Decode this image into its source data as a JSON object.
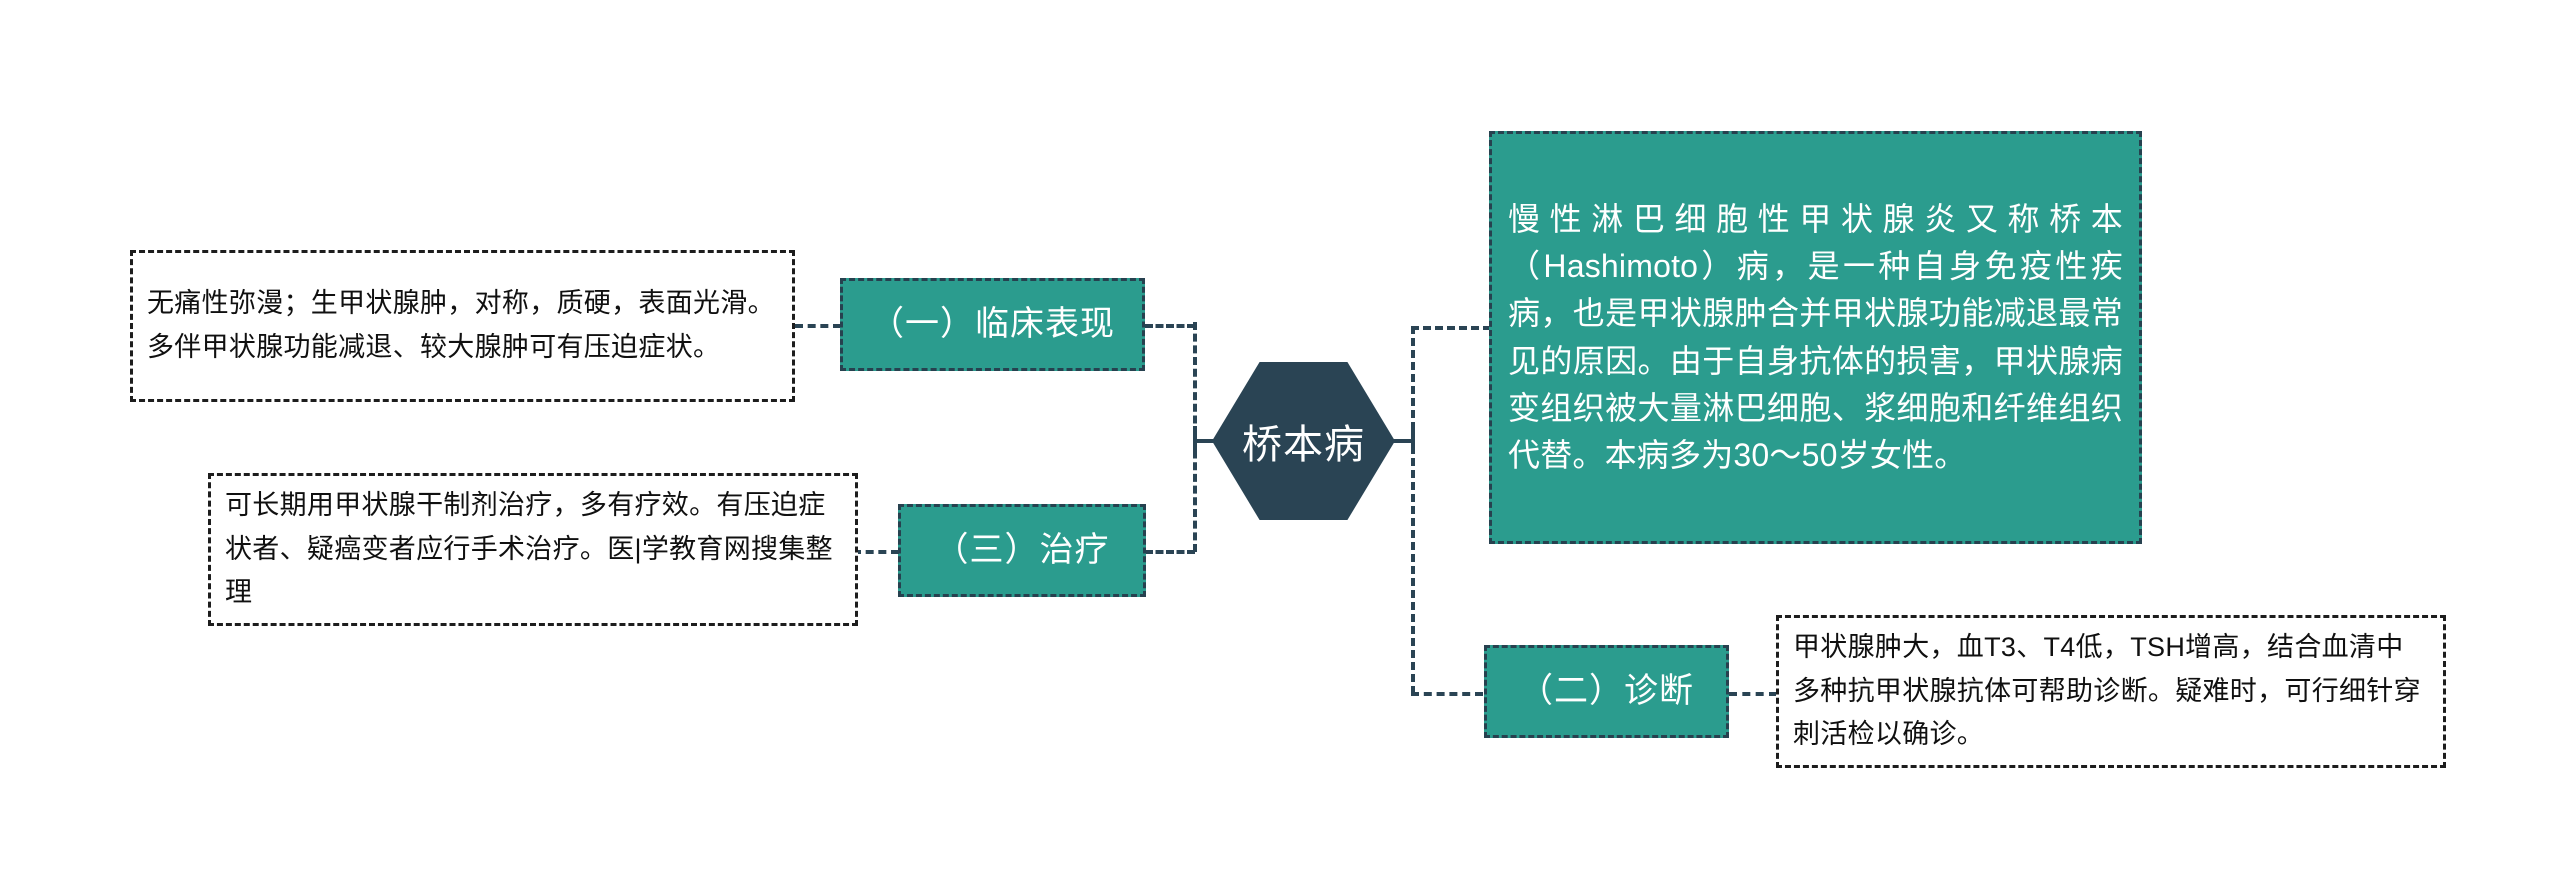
{
  "diagram": {
    "type": "mind-map",
    "center": {
      "label": "桥本病",
      "shape": "hexagon",
      "fill": "#2a4454",
      "text_color": "#ffffff"
    },
    "colors": {
      "node_fill": "#2b9c8e",
      "center_fill": "#2a4454",
      "connector": "#2a4454",
      "text_box_border": "#1d1d1d",
      "page_background": "#ffffff"
    },
    "main_description": {
      "text": "慢性淋巴细胞性甲状腺炎又称桥本（Hashimoto）病，是一种自身免疫性疾病，也是甲状腺肿合并甲状腺功能减退最常见的原因。由于自身抗体的损害，甲状腺病变组织被大量淋巴细胞、浆细胞和纤维组织代替。本病多为30～50岁女性。"
    },
    "branches": [
      {
        "id": "clinical",
        "label": "（一）临床表现",
        "detail": "无痛性弥漫；生甲状腺肿，对称，质硬，表面光滑。多伴甲状腺功能减退、较大腺肿可有压迫症状。",
        "side": "left"
      },
      {
        "id": "diagnosis",
        "label": "（二）诊断",
        "detail": "甲状腺肿大，血T3、T4低，TSH增高，结合血清中多种抗甲状腺抗体可帮助诊断。疑难时，可行细针穿刺活检以确诊。",
        "side": "right"
      },
      {
        "id": "treatment",
        "label": "（三）治疗",
        "detail": "可长期用甲状腺干制剂治疗，多有疗效。有压迫症状者、疑癌变者应行手术治疗。医|学教育网搜集整理",
        "side": "left"
      }
    ]
  }
}
